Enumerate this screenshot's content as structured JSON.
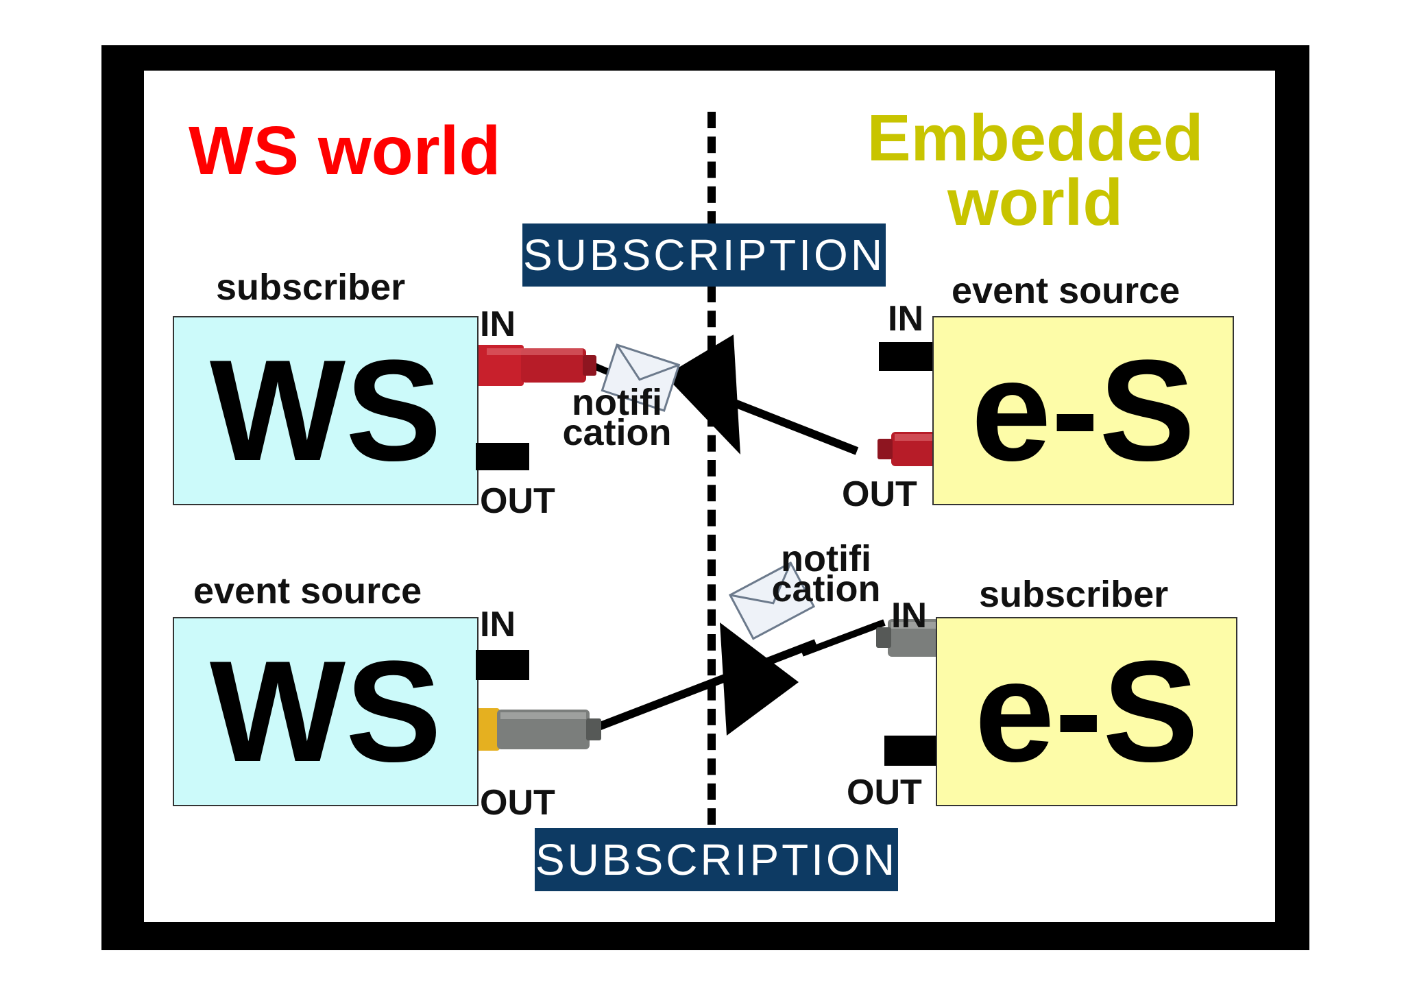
{
  "titles": {
    "ws_world": "WS world",
    "embedded_world": "Embedded world"
  },
  "banners": {
    "top": "SUBSCRIPTION",
    "bottom": "SUBSCRIPTION"
  },
  "top_left": {
    "role": "subscriber",
    "box": "WS",
    "in": "IN",
    "out": "OUT"
  },
  "top_right": {
    "role": "event source",
    "box": "e-S",
    "in": "IN",
    "out": "OUT"
  },
  "bottom_left": {
    "role": "event source",
    "box": "WS",
    "in": "IN",
    "out": "OUT"
  },
  "bottom_right": {
    "role": "subscriber",
    "box": "e-S",
    "in": "IN",
    "out": "OUT"
  },
  "notification_top": {
    "line1": "notifi",
    "line2": "cation"
  },
  "notification_bottom": {
    "line1": "notifi",
    "line2": "cation"
  },
  "colors": {
    "ws_title": "#ff0000",
    "embedded_title": "#c8c400",
    "ws_box": "#ccfafa",
    "es_box": "#fdfca8",
    "banner": "#0d3a63",
    "plug_red": "#c8202c",
    "plug_gray": "#7b7e7c",
    "plug_yellow": "#e5b020"
  }
}
